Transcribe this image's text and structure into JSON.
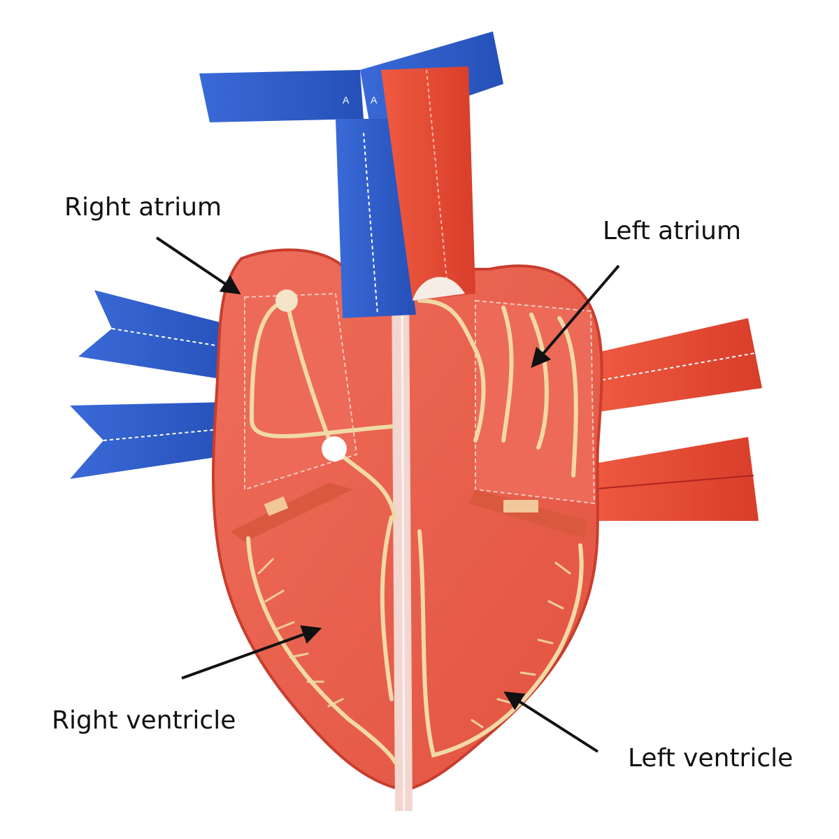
{
  "labels": {
    "right_atrium": "Right atrium",
    "left_atrium": "Left atrium",
    "right_ventricle": "Right ventricle",
    "left_ventricle": "Left ventricle"
  },
  "vessel_marks": {
    "left_tab": "A",
    "right_tab": "A"
  },
  "colors": {
    "background": "#ffffff",
    "heart_red": "#e8604e",
    "heart_dark": "#c8402f",
    "vein_blue": "#2f5fc8",
    "vein_dark": "#1f3f99",
    "artery_red": "#e24a35",
    "nerve_cream": "#f1d9a7",
    "arrow": "#111111"
  }
}
